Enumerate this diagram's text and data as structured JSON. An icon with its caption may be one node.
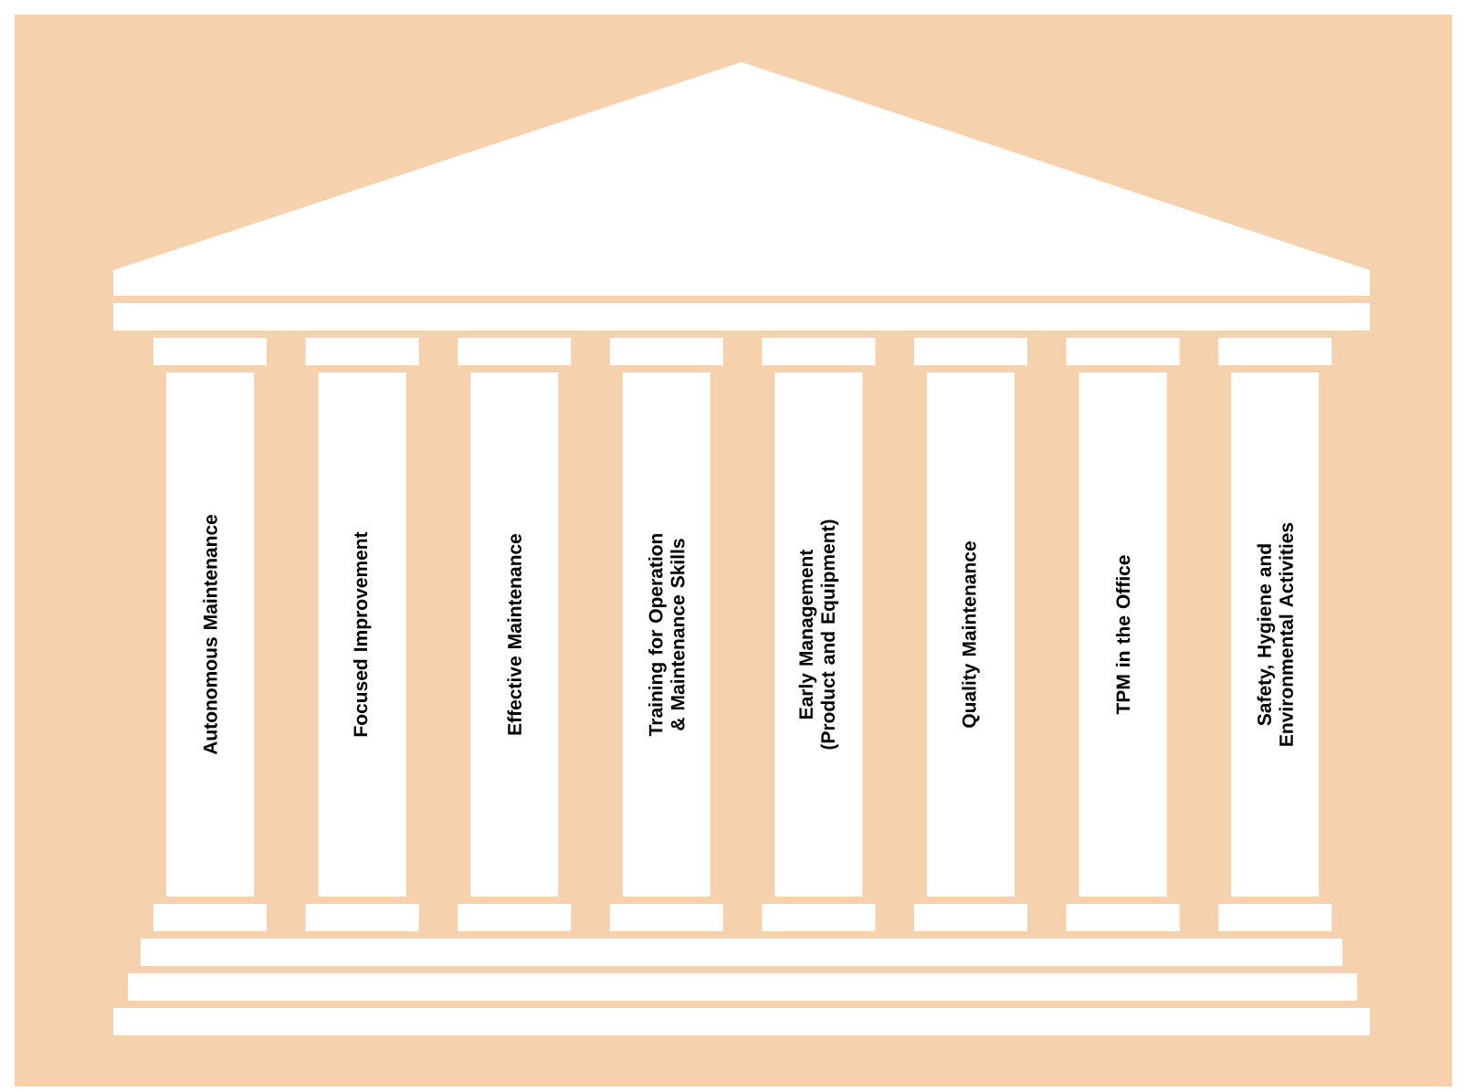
{
  "diagram": {
    "nodes": [
      {
        "text": [
          "Autonomous Maintenance"
        ]
      },
      {
        "text": [
          "Focused Improvement"
        ]
      },
      {
        "text": [
          "Effective Maintenance"
        ]
      },
      {
        "text": [
          "Training for Operation & Maintenance Skills"
        ]
      },
      {
        "text": [
          "Early Management (Product and Equipment)"
        ]
      },
      {
        "text": [
          "Quality Maintenance"
        ]
      },
      {
        "text": [
          "TPM in the Office"
        ]
      },
      {
        "text": [
          "Safety, Hygiene and Environmental Activities"
        ]
      }
    ]
  }
}
